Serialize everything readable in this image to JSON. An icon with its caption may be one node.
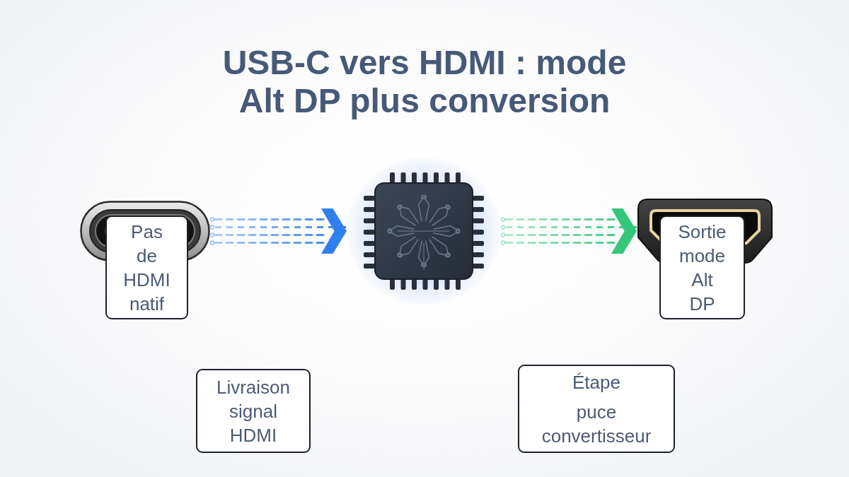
{
  "diagram": {
    "title": "USB-C vers HDMI : mode Alt DP plus conversion",
    "nodes": [
      {
        "text": [],
        "shape": "picture"
      },
      {
        "text": [
          "Pas de HDMI natif"
        ]
      },
      {
        "text": [],
        "shape": "picture"
      },
      {
        "text": [],
        "shape": "picture"
      },
      {
        "text": [
          "Sortie mode Alt DP"
        ]
      },
      {
        "text": [
          "Livraison signal HDMI"
        ]
      },
      {
        "text": [
          "Étape",
          "puce convertisseur"
        ]
      }
    ],
    "edges": [
      {
        "from": 0,
        "to": 2,
        "arrow": "to",
        "style": "dashed",
        "color": "#2f80ed"
      },
      {
        "from": 2,
        "to": 3,
        "arrow": "to",
        "style": "dashed",
        "color": "#34c77b"
      }
    ]
  }
}
